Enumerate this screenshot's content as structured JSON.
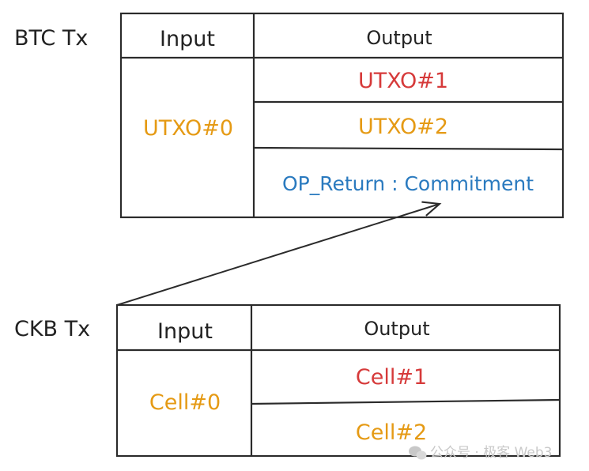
{
  "btc_tx": {
    "label": "BTC Tx",
    "input_header": "Input",
    "output_header": "Output",
    "input": "UTXO#0",
    "outputs": [
      "UTXO#1",
      "UTXO#2",
      "OP_Return : Commitment"
    ]
  },
  "ckb_tx": {
    "label": "CKB Tx",
    "input_header": "Input",
    "output_header": "Output",
    "input": "Cell#0",
    "outputs": [
      "Cell#1",
      "Cell#2"
    ]
  },
  "watermark": {
    "text": "公众号 · 极客 Web3",
    "icon": "wechat-icon"
  },
  "colors": {
    "border": "#2b2b2b",
    "header_text": "#222222",
    "orange": "#e59a14",
    "red": "#d63a3a",
    "blue": "#2a7abf",
    "watermark": "#c8c8c8"
  }
}
